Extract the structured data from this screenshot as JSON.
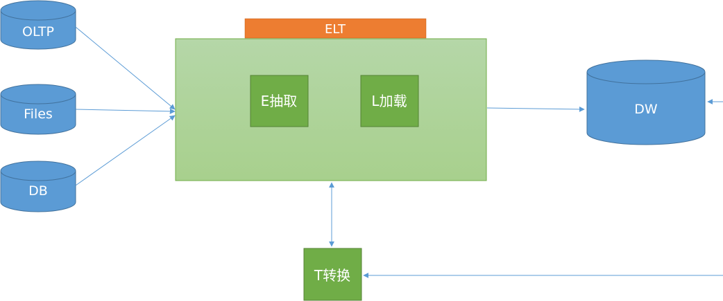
{
  "sources": {
    "oltp": "OLTP",
    "files": "Files",
    "db": "DB"
  },
  "elt": {
    "header": "ELT",
    "extract": "E抽取",
    "load": "L加载"
  },
  "transform": "T转换",
  "target": "DW",
  "colors": {
    "cylinder": "#5b9bd5",
    "cylinder_edge": "#41719c",
    "header": "#ed7d31",
    "panel_top": "#b5d7a8",
    "panel_bottom": "#a8d08d",
    "panel_edge": "#70ad47",
    "step": "#70ad47",
    "step_edge": "#548235",
    "arrow": "#5b9bd5"
  }
}
